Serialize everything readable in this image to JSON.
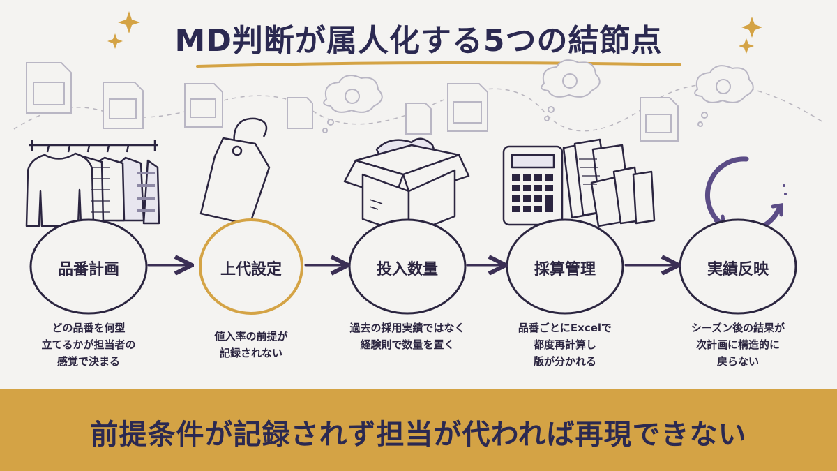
{
  "title": "MD判断が属人化する5つの結節点",
  "colors": {
    "navy": "#2b2951",
    "gold": "#d4a345",
    "purple": "#5b4c86",
    "background": "#f4f3f1"
  },
  "nodes": [
    {
      "label": "品番計画",
      "desc": [
        "どの品番を何型",
        "立てるかが担当者の",
        "感覚で決まる"
      ],
      "icon": "clothes-rack-icon",
      "highlight": false
    },
    {
      "label": "上代設定",
      "desc": [
        "値入率の前提が",
        "記録されない"
      ],
      "icon": "price-tag-icon",
      "highlight": true
    },
    {
      "label": "投入数量",
      "desc": [
        "過去の採用実績ではなく",
        "経験則で数量を置く"
      ],
      "icon": "cardboard-box-icon",
      "highlight": false
    },
    {
      "label": "採算管理",
      "desc": [
        "品番ごとにExcelで",
        "都度再計算し",
        "版が分かれる"
      ],
      "icon": "calculator-binders-icon",
      "highlight": false
    },
    {
      "label": "実績反映",
      "desc": [
        "シーズン後の結果が",
        "次計画に構造的に",
        "戻らない"
      ],
      "icon": "cycle-arrow-icon",
      "highlight": false
    }
  ],
  "banner": {
    "text": "前提条件が記録されず担当が代われば再現できない"
  }
}
